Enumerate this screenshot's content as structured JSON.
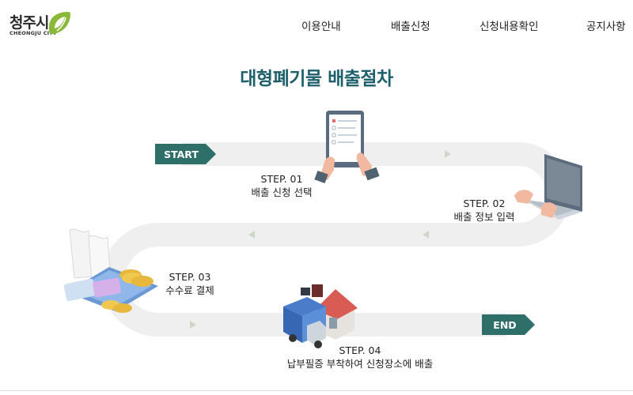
{
  "header": {
    "logo_text": "청주시",
    "logo_sub": "CHEONGJU CITY",
    "nav": [
      {
        "label": "이용안내"
      },
      {
        "label": "배출신청"
      },
      {
        "label": "신청내용확인"
      },
      {
        "label": "공지사항"
      }
    ]
  },
  "main": {
    "title": "대형폐기물 배출절차",
    "start_label": "START",
    "end_label": "END",
    "steps": [
      {
        "step": "STEP. 01",
        "desc": "배출 신청 선택"
      },
      {
        "step": "STEP. 02",
        "desc": "배출 정보 입력"
      },
      {
        "step": "STEP. 03",
        "desc": "수수료 결제"
      },
      {
        "step": "STEP. 04",
        "desc": "납부필증 부착하여 신청장소에 배출"
      }
    ]
  },
  "colors": {
    "accent": "#1d5f6b",
    "track": "#efefef",
    "tag": "#2e6f6a",
    "logo_green": "#8ab93a"
  }
}
